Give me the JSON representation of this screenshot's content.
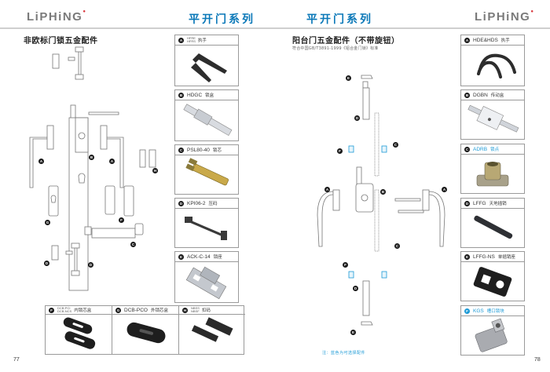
{
  "left_page": {
    "logo": "LiPHiNG",
    "series_title": "平开门系列",
    "section_title": "非欧标门锁五金配件",
    "page_number": "77",
    "diagram_markers": [
      "A",
      "B",
      "A",
      "H",
      "G",
      "F",
      "C",
      "D",
      "D"
    ],
    "parts": [
      {
        "letter": "A",
        "codes": [
          "HFRE",
          "HFRS"
        ],
        "name": "",
        "cn": "执手"
      },
      {
        "letter": "B",
        "codes": [],
        "name": "HDGC",
        "cn": "锁盒"
      },
      {
        "letter": "C",
        "codes": [],
        "name": "PSL80-40",
        "cn": "锁芯"
      },
      {
        "letter": "D",
        "codes": [],
        "name": "KPI06-2",
        "cn": "压码"
      },
      {
        "letter": "E",
        "codes": [],
        "name": "ACK-C-14",
        "cn": "锁座"
      }
    ],
    "bottom_parts": [
      {
        "letter": "F",
        "codes": [
          "DCB-PCI",
          "DCB-NCS"
        ],
        "name": "",
        "cn": "内锁芯盒"
      },
      {
        "letter": "G",
        "codes": [],
        "name": "DCB-PCO",
        "cn": "外锁芯盒"
      },
      {
        "letter": "H",
        "codes": [
          "NBSS",
          "NBSF"
        ],
        "name": "",
        "cn": "扣码"
      }
    ]
  },
  "right_page": {
    "logo": "LiPHiNG",
    "series_title": "平开门系列",
    "section_title": "阳台门五金配件（不带旋钮）",
    "subtitle": "符合中国GB/T3891-1999《铝合金门锁》标准",
    "page_number": "78",
    "note": "注：蓝色为可选择配件",
    "diagram_markers": [
      "E",
      "D",
      "F",
      "C",
      "A",
      "B",
      "A",
      "C",
      "F",
      "D",
      "E"
    ],
    "parts": [
      {
        "letter": "A",
        "name": "HDE&HDS",
        "cn": "执手",
        "optional": false
      },
      {
        "letter": "B",
        "name": "DGBN",
        "cn": "传动盒",
        "optional": false
      },
      {
        "letter": "C",
        "name": "ADRB",
        "cn": "锁点",
        "optional": true
      },
      {
        "letter": "D",
        "name": "LFFG",
        "cn": "天地插销",
        "optional": false
      },
      {
        "letter": "E",
        "name": "LFFG-NS",
        "cn": "单插销座",
        "optional": false
      },
      {
        "letter": "F",
        "name": "KGS",
        "cn": "槽口锁块",
        "optional": true
      }
    ]
  },
  "colors": {
    "brand_blue": "#0a78b8",
    "optional_blue": "#1c9ad6",
    "logo_gray": "#7a7a7a",
    "logo_dot": "#d8353a"
  }
}
